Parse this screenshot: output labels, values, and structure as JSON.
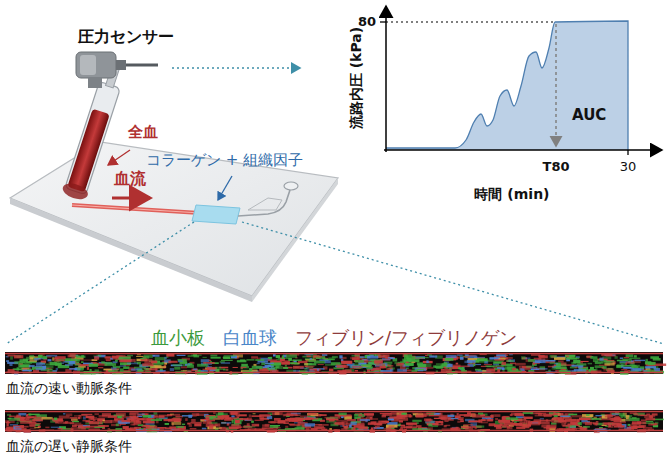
{
  "diagram": {
    "labels": [
      "圧力センサー",
      "流路内圧 (kPa)",
      "80",
      "AUC",
      "T80",
      "30",
      "時間 (min)",
      "全血",
      "血流",
      "コラーゲン + 組織因子",
      "血流の速い動脈条件",
      "血流の遅い静脈条件"
    ],
    "legend": [
      {
        "text": "血小板",
        "color": "#3c9a3c"
      },
      {
        "text": "白血球",
        "color": "#4a86c8"
      },
      {
        "text": "フィブリン/フィブリノゲン",
        "color": "#8e3b3b"
      }
    ]
  }
}
